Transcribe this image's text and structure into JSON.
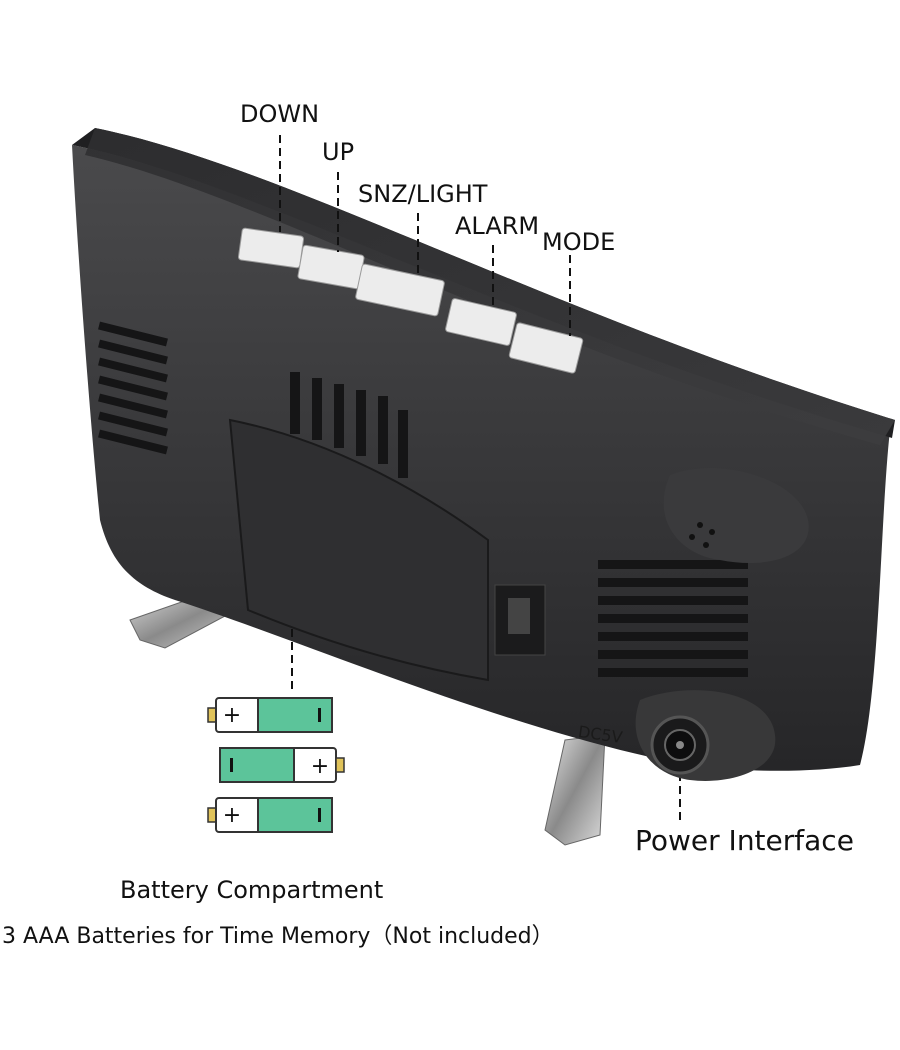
{
  "buttons": {
    "down": "DOWN",
    "up": "UP",
    "snz_light": "SNZ/LIGHT",
    "alarm": "ALARM",
    "mode": "MODE"
  },
  "jack_marking": "DC5V",
  "power_label": "Power Interface",
  "battery": {
    "title": "Battery Compartment",
    "note": "3 AAA Batteries for Time Memory（Not included）"
  },
  "colors": {
    "body": "#2b2b2d",
    "body_top": "#3a3a3c",
    "button": "#ececec",
    "battery_green": "#5cc49a",
    "battery_terminal": "#e0c35a"
  }
}
